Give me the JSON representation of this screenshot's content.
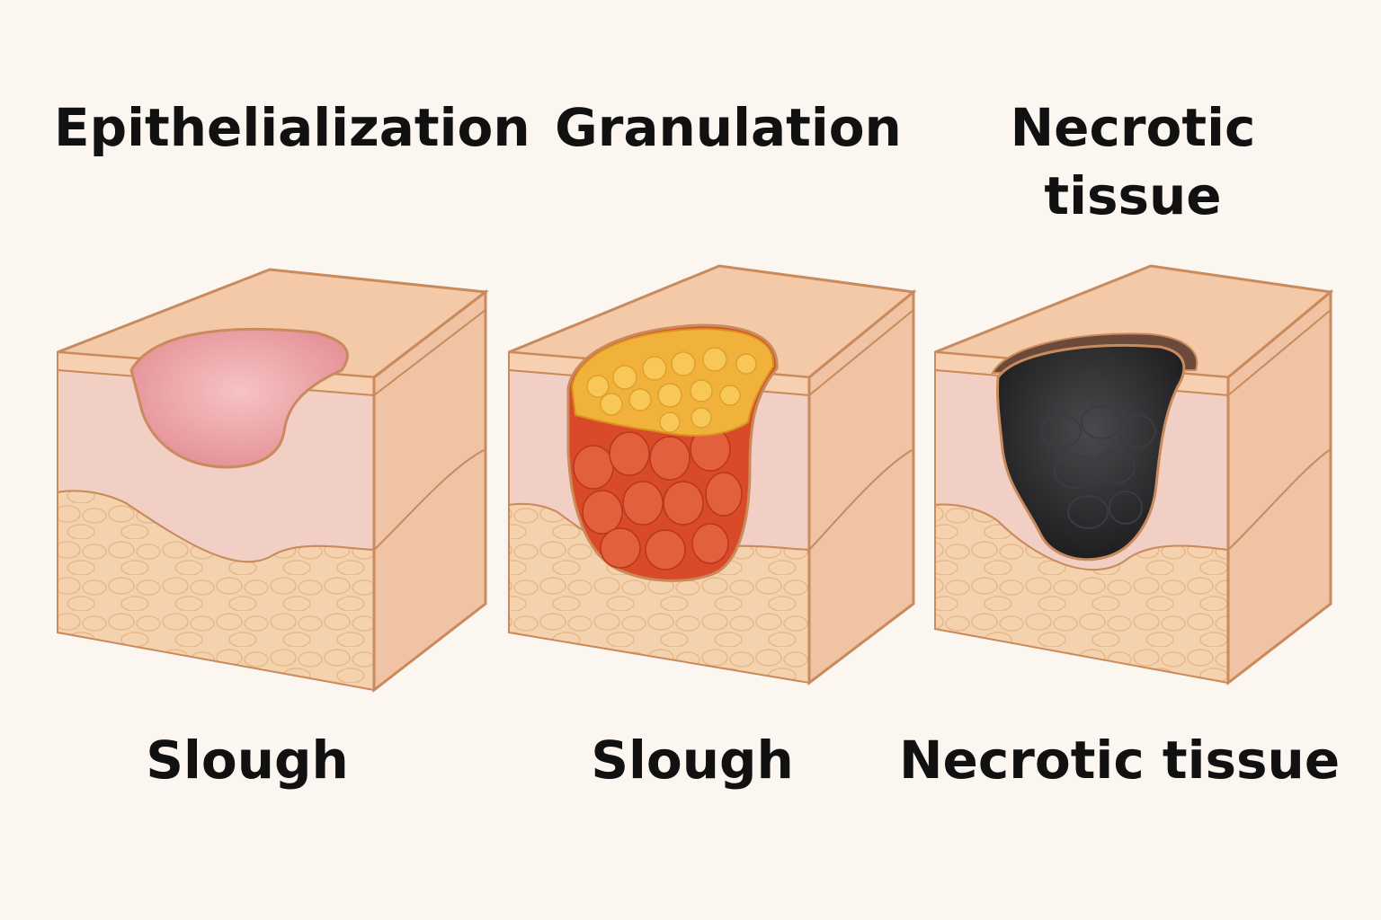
{
  "panels": [
    {
      "top_label": "Epithelialization",
      "bottom_label": "Slough",
      "wound_color": "#e9a0a0"
    },
    {
      "top_label": "Granulation",
      "bottom_label": "Slough",
      "wound_color": "#d94a28",
      "slough_color": "#f0b23a"
    },
    {
      "top_label": "Necrotic tissue",
      "bottom_label": "Necrotic tissue",
      "wound_color": "#2b2b2d"
    }
  ],
  "colors": {
    "background": "#fcf6f1",
    "epidermis": "#f4c9a8",
    "dermis": "#f2cfc5",
    "subcutaneous": "#f4d2ae",
    "outline": "#c98a5c"
  }
}
